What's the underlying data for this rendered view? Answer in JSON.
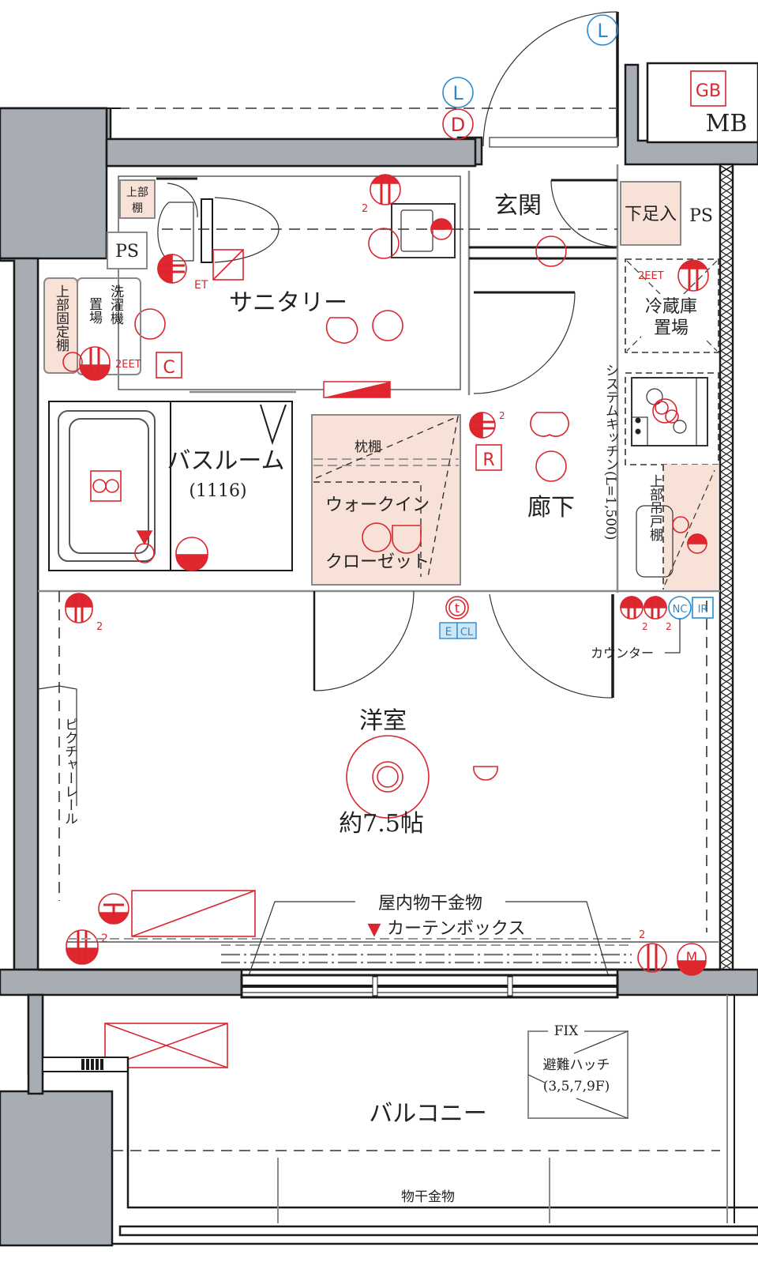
{
  "rooms": {
    "entrance": "玄関",
    "sanitary": "サニタリー",
    "bathroom": "バスルーム",
    "bathroom_size": "(1116)",
    "hallway": "廊下",
    "western_room": "洋室",
    "western_room_size": "約7.5帖",
    "balcony": "バルコニー",
    "walk_in_closet_line1": "ウォークイン",
    "walk_in_closet_line2": "クローゼット",
    "meter_box": "MB"
  },
  "storage": {
    "shoe_box": "下足入",
    "ps_entrance": "PS",
    "ps_sanitary": "PS",
    "upper_shelf_toilet": [
      "上部",
      "棚"
    ],
    "upper_fixed_shelf": "上部固定棚",
    "washer_space_col1": "洗濯機",
    "washer_space_col2": "置場",
    "fridge_space_line1": "冷蔵庫",
    "fridge_space_line2": "置場",
    "upper_hanging_cabinet": "上部吊戸棚",
    "pillow_shelf": "枕棚"
  },
  "annotations": {
    "system_kitchen": "システムキッチン(L=1,500)",
    "picture_rail": "ピクチャーレール",
    "counter": "カウンター",
    "indoor_drying_hardware": "屋内物干金物",
    "curtain_box": "カーテンボックス",
    "curtain_marker": "▼",
    "fix_label": "FIX",
    "evacuation_hatch": "避難ハッチ",
    "evacuation_hatch_floors": "(3,5,7,9F)",
    "drying_hardware_balcony": "物干金物"
  },
  "symbols": {
    "light_L": "L",
    "doorbell_D": "D",
    "gas_box": "GB",
    "et": "ET",
    "c_box": "C",
    "r_box": "R",
    "eet_2": "2EET",
    "tv": "t",
    "e_label": "E",
    "cl_label": "CL",
    "nc": "NC",
    "ir": "IR",
    "m": "M",
    "count_2": "2"
  },
  "colors": {
    "wall": "#a7adb2",
    "storage_fill": "#f8e1d6",
    "electric_red": "#d9262e",
    "comm_blue": "#2a8ad0"
  }
}
